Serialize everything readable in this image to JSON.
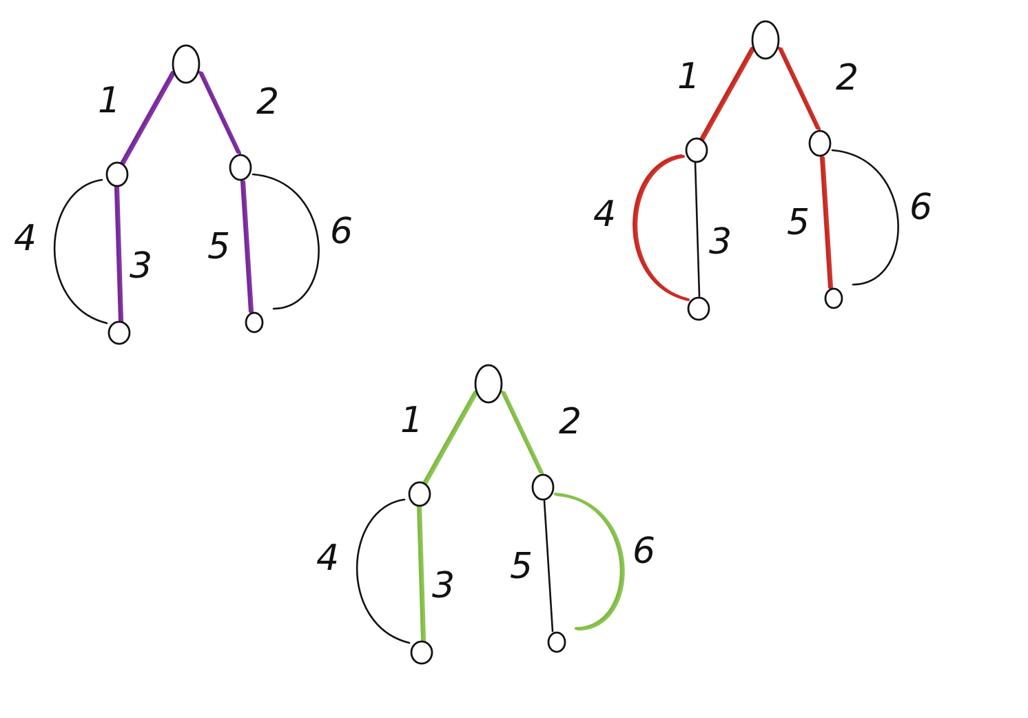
{
  "colors": {
    "ink": "#111111",
    "purple": "#7b2aa0",
    "red": "#cc2a22",
    "green": "#86c24a"
  },
  "diagrams": [
    {
      "name": "graph-purple",
      "highlight_color": "#7b2aa0",
      "edges": [
        {
          "label": "1",
          "highlighted": true
        },
        {
          "label": "2",
          "highlighted": true
        },
        {
          "label": "3",
          "highlighted": true
        },
        {
          "label": "4",
          "highlighted": false
        },
        {
          "label": "5",
          "highlighted": true
        },
        {
          "label": "6",
          "highlighted": false
        }
      ]
    },
    {
      "name": "graph-red",
      "highlight_color": "#cc2a22",
      "edges": [
        {
          "label": "1",
          "highlighted": true
        },
        {
          "label": "2",
          "highlighted": true
        },
        {
          "label": "3",
          "highlighted": false
        },
        {
          "label": "4",
          "highlighted": true
        },
        {
          "label": "5",
          "highlighted": true
        },
        {
          "label": "6",
          "highlighted": false
        }
      ]
    },
    {
      "name": "graph-green",
      "highlight_color": "#86c24a",
      "edges": [
        {
          "label": "1",
          "highlighted": true
        },
        {
          "label": "2",
          "highlighted": true
        },
        {
          "label": "3",
          "highlighted": true
        },
        {
          "label": "4",
          "highlighted": false
        },
        {
          "label": "5",
          "highlighted": false
        },
        {
          "label": "6",
          "highlighted": true
        }
      ]
    }
  ]
}
